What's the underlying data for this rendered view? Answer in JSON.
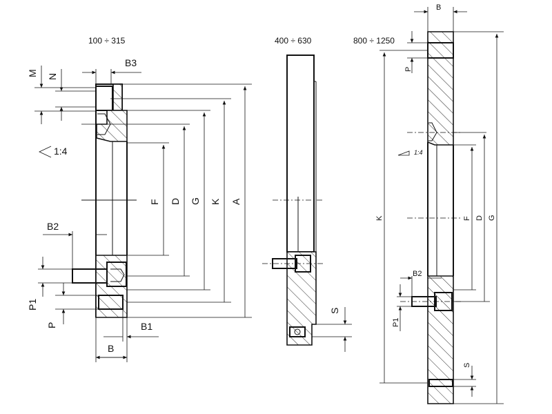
{
  "views": [
    {
      "title": "100 ÷ 315",
      "labels": {
        "M": "M",
        "N": "N",
        "B3": "B3",
        "taper": "1:4",
        "F": "F",
        "D": "D",
        "G": "G",
        "K": "K",
        "A": "A",
        "B2": "B2",
        "P1": "P1",
        "P": "P",
        "B1": "B1",
        "B": "B"
      }
    },
    {
      "title": "400 ÷ 630",
      "labels": {
        "S": "S"
      }
    },
    {
      "title": "800 ÷ 1250",
      "labels": {
        "B": "B",
        "P": "P",
        "taper": "1:4",
        "K": "K",
        "F": "F",
        "D": "D",
        "G": "G",
        "B2": "B2",
        "P1": "P1",
        "S": "S"
      }
    }
  ]
}
